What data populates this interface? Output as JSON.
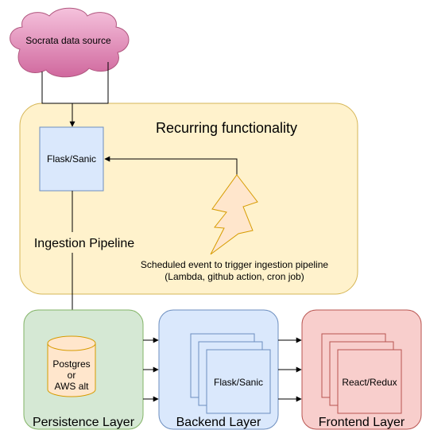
{
  "cloud": {
    "label": "Socrata data source"
  },
  "recurring": {
    "title": "Recurring functionality"
  },
  "flask_top": {
    "label": "Flask/Sanic"
  },
  "ingestion": {
    "label": "Ingestion Pipeline"
  },
  "scheduled": {
    "line1": "Scheduled event to trigger ingestion pipeline",
    "line2": "(Lambda, github action, cron job)"
  },
  "persistence": {
    "title": "Persistence Layer",
    "db_line1": "Postgres",
    "db_line2": "or",
    "db_line3": "AWS alt"
  },
  "backend": {
    "title": "Backend Layer",
    "label": "Flask/Sanic"
  },
  "frontend": {
    "title": "Frontend Layer",
    "label": "React/Redux"
  },
  "colors": {
    "cloud_top": "#f5c2dc",
    "cloud_bottom": "#d0689e",
    "recurring_fill": "#fff2cc",
    "recurring_stroke": "#d6b656",
    "flask_fill": "#dae8fc",
    "flask_stroke": "#6c8ebf",
    "lightning_fill": "#ffe6cc",
    "lightning_stroke": "#d79b00",
    "persistence_fill": "#d5e8d4",
    "persistence_stroke": "#82b366",
    "frontend_fill": "#f8cecc",
    "frontend_stroke": "#b85450"
  }
}
